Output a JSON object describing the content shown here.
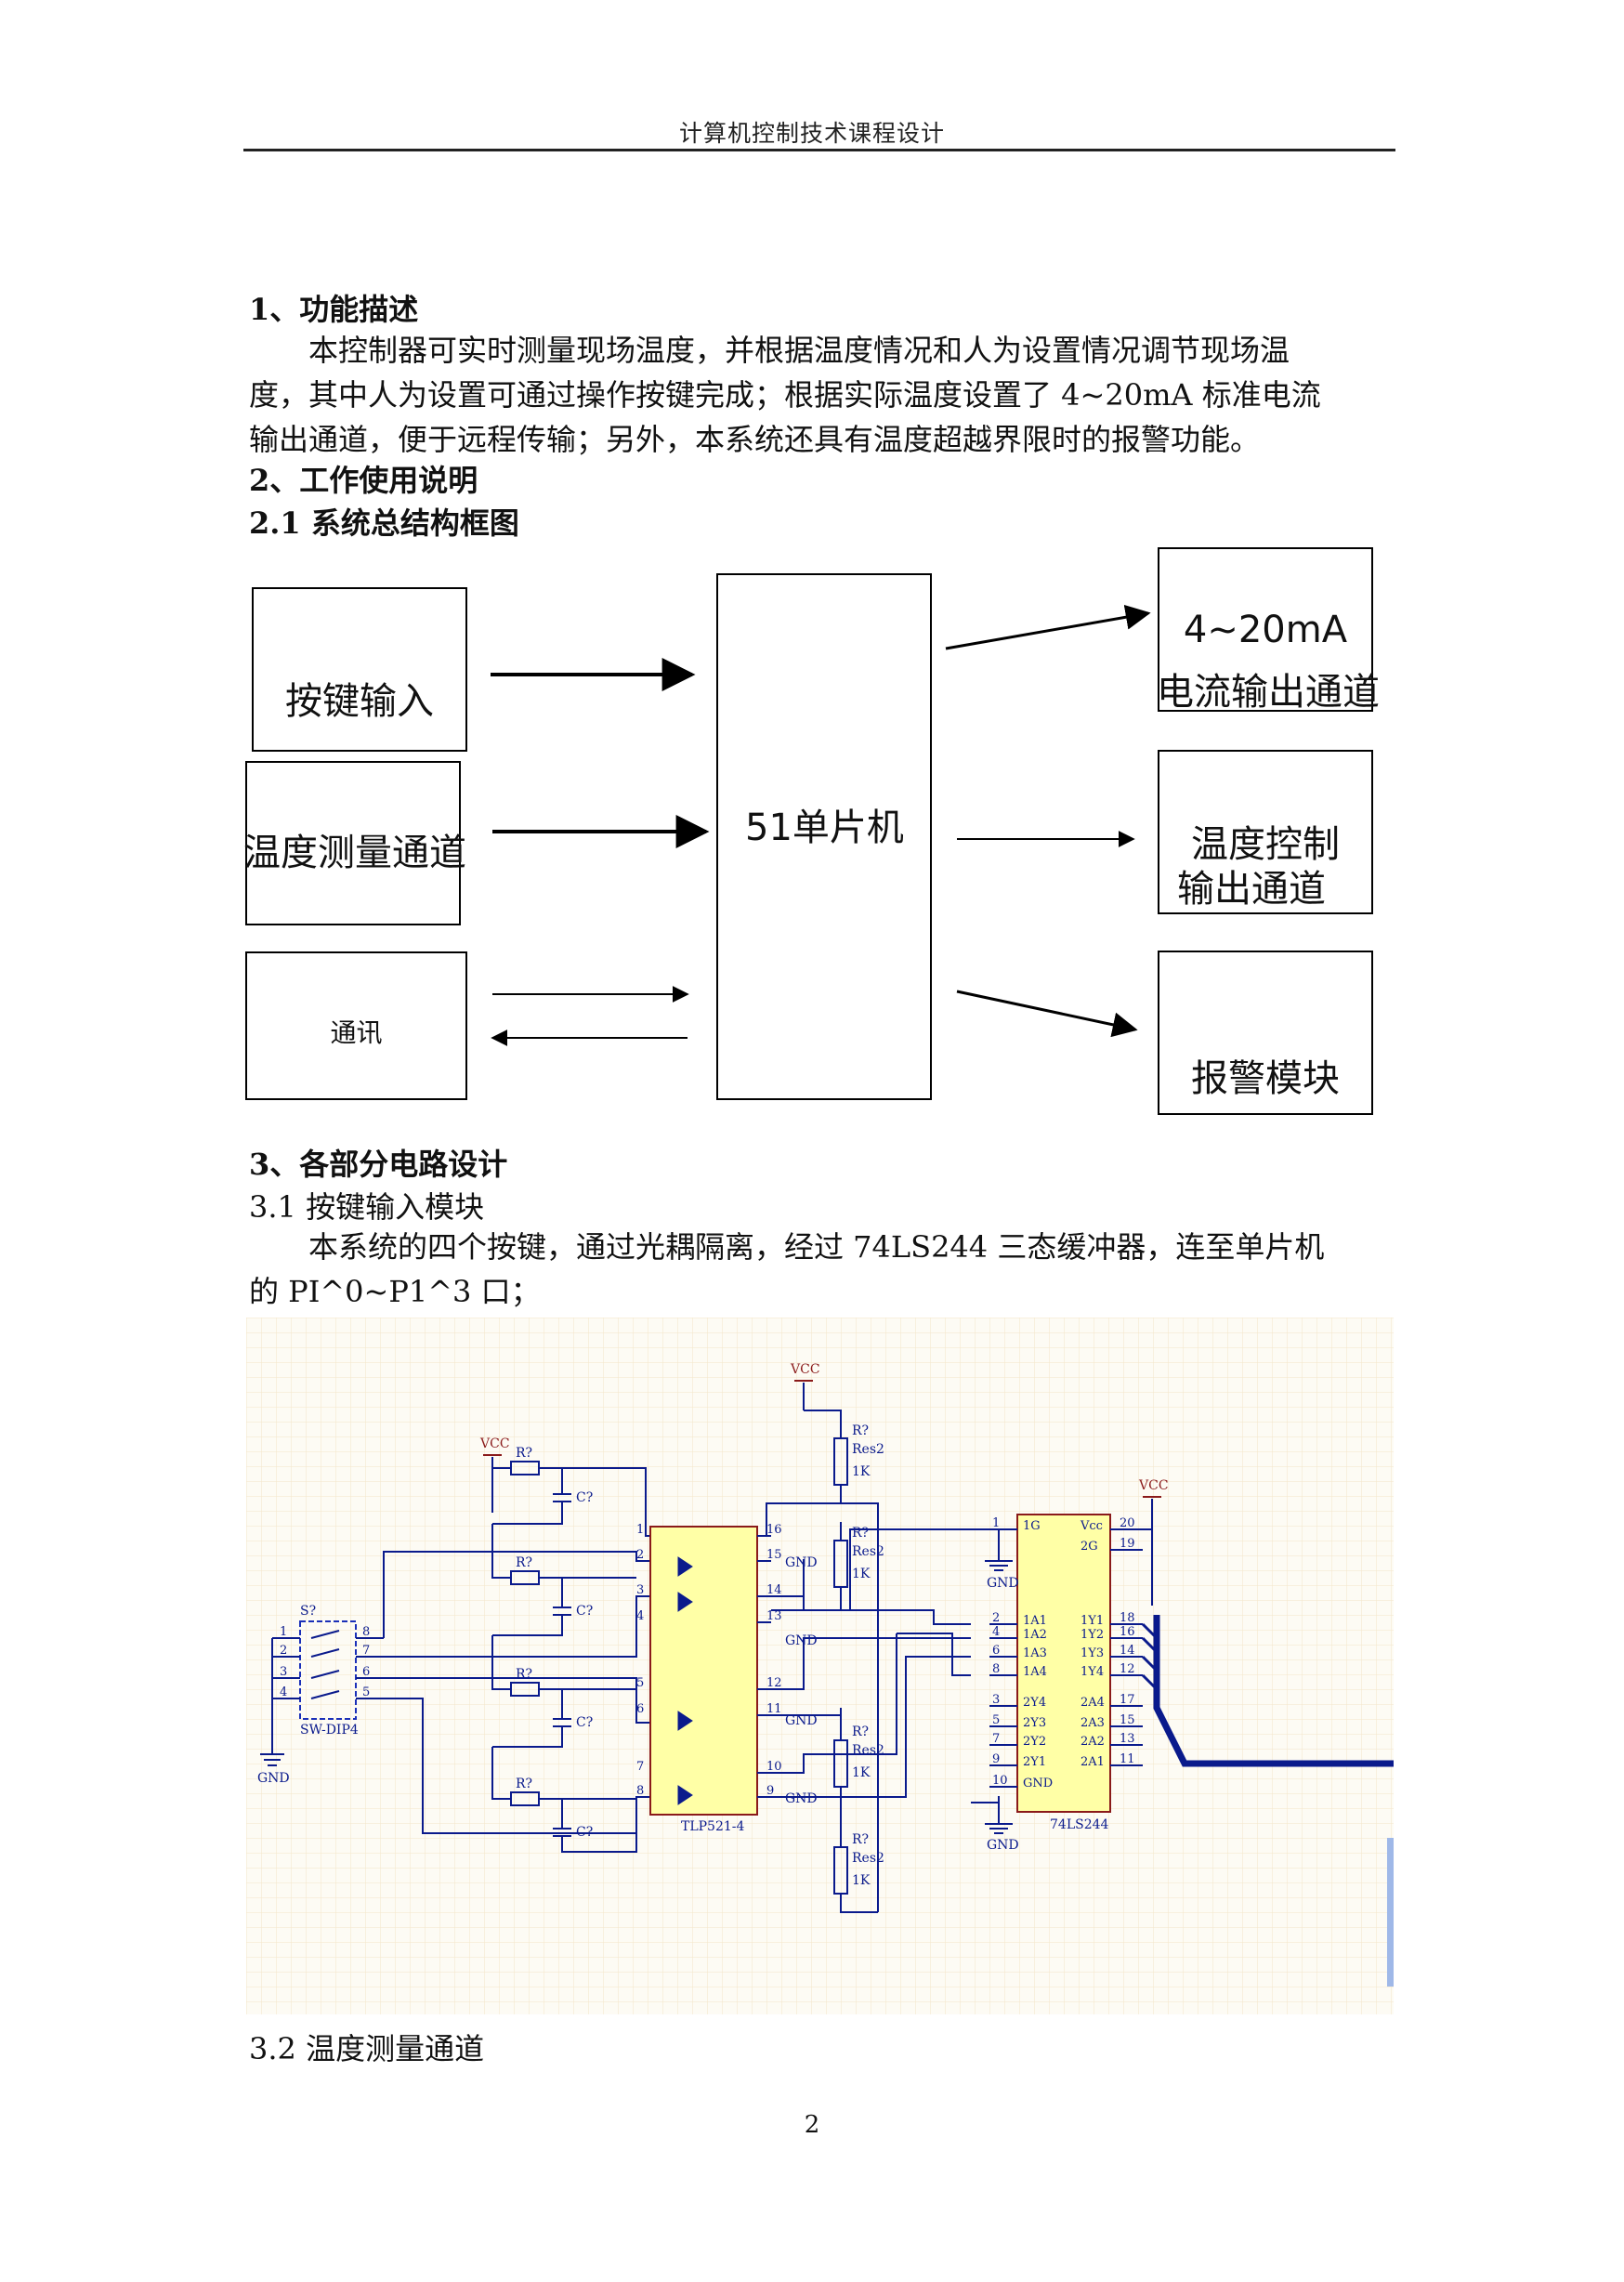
{
  "header": {
    "title": "计算机控制技术课程设计"
  },
  "section1": {
    "heading": "1、功能描述",
    "line1": "本控制器可实时测量现场温度，并根据温度情况和人为设置情况调节现场温",
    "line2": "度，其中人为设置可通过操作按键完成；根据实际温度设置了 4~20mA 标准电流",
    "line3": "输出通道，便于远程传输；另外，本系统还具有温度超越界限时的报警功能。"
  },
  "section2": {
    "heading": "2、工作使用说明",
    "sub1": "2.1 系统总结构框图"
  },
  "block_diagram": {
    "key_input": "按键输入",
    "temp_measure": "温度测量通道",
    "comm": "通讯",
    "mcu": "51单片机",
    "current_out_line1": "4~20mA",
    "current_out_line2": "电流输出通道",
    "temp_ctrl_line1": "温度控制",
    "temp_ctrl_line2": "输出通道",
    "alarm": "报警模块"
  },
  "section3": {
    "heading": "3、各部分电路设计",
    "sub1": "3.1 按键输入模块",
    "line1": "本系统的四个按键，通过光耦隔离，经过 74LS244 三态缓冲器，连至单片机",
    "line2": "的 PI^0~P1^3 口；",
    "sub2": "3.2 温度测量通道"
  },
  "schematic": {
    "vcc": "VCC",
    "gnd": "GND",
    "r_ref": "R?",
    "c_ref": "C?",
    "s_ref": "S?",
    "sw_part": "SW-DIP4",
    "res_part": "Res2",
    "res_val": "1K",
    "opto_part": "TLP521-4",
    "buffer_part": "74LS244",
    "sw_pins": [
      "1",
      "2",
      "3",
      "4",
      "8",
      "7",
      "6",
      "5"
    ],
    "opto_left_pins": [
      "1",
      "2",
      "3",
      "4",
      "5",
      "6",
      "7",
      "8"
    ],
    "opto_right_pins": [
      "16",
      "15",
      "14",
      "13",
      "12",
      "11",
      "10",
      "9"
    ],
    "buf_left_pins": [
      "1",
      "2",
      "4",
      "6",
      "8",
      "3",
      "5",
      "7",
      "9",
      "10"
    ],
    "buf_left_names": [
      "1G",
      "1A1",
      "1A2",
      "1A3",
      "1A4",
      "2Y4",
      "2Y3",
      "2Y2",
      "2Y1",
      "GND"
    ],
    "buf_right_pins": [
      "20",
      "19",
      "18",
      "16",
      "14",
      "12",
      "17",
      "15",
      "13",
      "11"
    ],
    "buf_right_names": [
      "Vcc",
      "2G",
      "1Y1",
      "1Y2",
      "1Y3",
      "1Y4",
      "2A4",
      "2A3",
      "2A2",
      "2A1"
    ]
  },
  "footer": {
    "page_number": "2"
  }
}
